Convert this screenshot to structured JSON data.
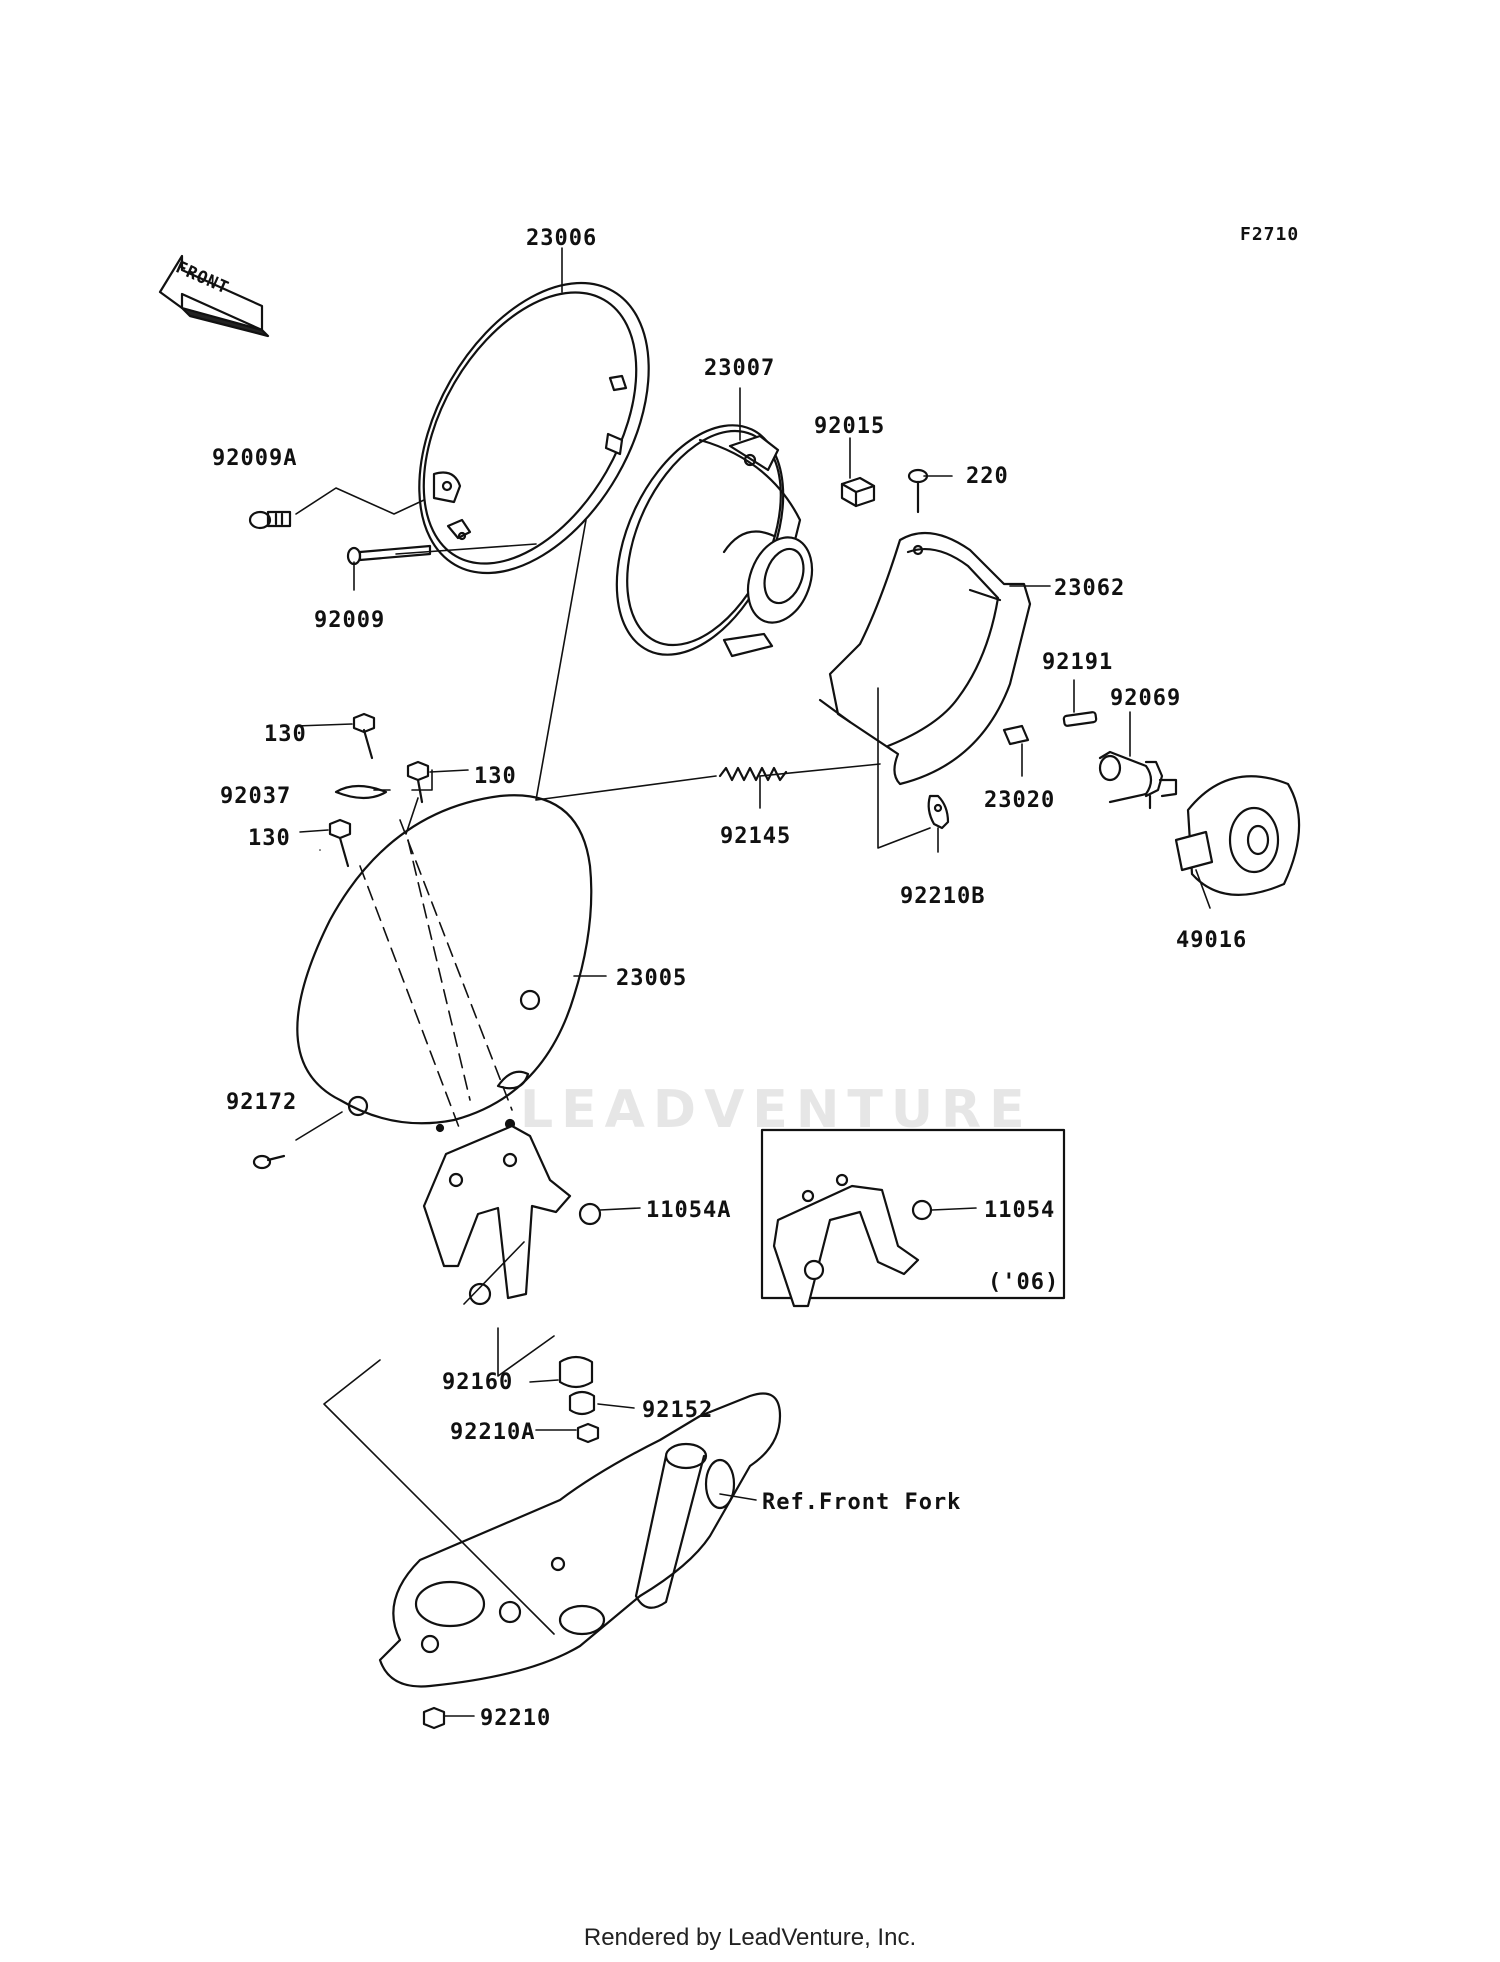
{
  "figure_code": "F2710",
  "front_marker": "FRONT",
  "watermark": "LEADVENTURE",
  "footer": "Rendered by LeadVenture, Inc.",
  "inset_note": "('06)",
  "labels": {
    "p23006": "23006",
    "p23007": "23007",
    "p92015": "92015",
    "p220": "220",
    "p23062": "23062",
    "p92009A": "92009A",
    "p92009": "92009",
    "p92191": "92191",
    "p92069": "92069",
    "p130a": "130",
    "p130b": "130",
    "p130c": "130",
    "p92037": "92037",
    "p92145": "92145",
    "p23020": "23020",
    "p92210B": "92210B",
    "p49016": "49016",
    "p23005": "23005",
    "p92172": "92172",
    "p11054A": "11054A",
    "p11054": "11054",
    "p92160": "92160",
    "p92152": "92152",
    "p92210A": "92210A",
    "pRefFork": "Ref.Front Fork",
    "p92210": "92210"
  },
  "colors": {
    "line": "#111111",
    "watermark": "#e6e6e6"
  }
}
